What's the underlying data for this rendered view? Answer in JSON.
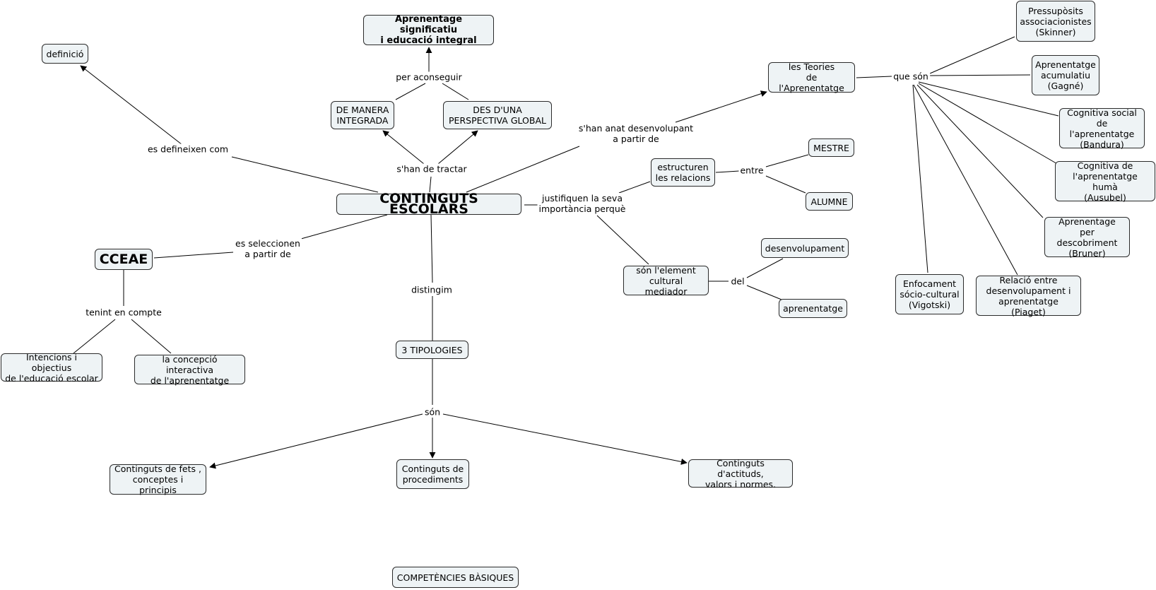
{
  "nodes": {
    "root": "CONTINGUTS ESCOLARS",
    "aprenentage": "Aprenentage significatiu\ni educació integral",
    "definicio": "definició",
    "manera": "DE MANERA\nINTEGRADA",
    "perspectiva": "DES D'UNA\nPERSPECTIVA GLOBAL",
    "teories": "les Teories\nde l'Aprenentatge",
    "pressuposits": "Pressupòsits\nassociacionistes\n(Skinner)",
    "acumulatiu": "Aprenentatge\nacumulatiu\n(Gagné)",
    "bandura": "Cognitiva social\nde l'aprenentatge\n(Bandura)",
    "ausubel": "Cognitiva de\nl'aprenentatge humà\n(Ausubel)",
    "bruner": "Aprenentage\nper descobriment\n(Bruner)",
    "vigotski": "Enfocament\nsócio-cultural\n(Vigotski)",
    "piaget": "Relació entre\ndesenvolupament i\naprenentatge (Piaget)",
    "estructuren": "estructuren\nles relacions",
    "mestre": "MESTRE",
    "alumne": "ALUMNE",
    "element": "són l'element\ncultural mediador",
    "desenvolupament": "desenvolupament",
    "aprenentatge": "aprenentatge",
    "cceae": "CCEAE",
    "intencions": "Intencions i objectius\nde l'educació escolar",
    "concepcio": "la concepció interactiva\nde l'aprenentatge",
    "tipologies": "3 TIPOLOGIES",
    "fets": "Continguts de fets ,\nconceptes i principis",
    "procediments": "Continguts de\nprocediments",
    "actituds": "Continguts d'actituds,\nvalors i normes.",
    "competencies": "COMPETÈNCIES BÀSIQUES"
  },
  "labels": {
    "per_aconseguir": "per aconseguir",
    "shan_de_tractar": "s'han de tractar",
    "es_defineixen": "es defineixen com",
    "shan_anat": "s'han anat desenvolupant\na partir de",
    "que_son": "que són",
    "justifiquen": "justifiquen la seva\nimportància perquè",
    "entre": "entre",
    "del": "del",
    "es_seleccionen": "es seleccionen\na partir de",
    "tenint": "tenint en compte",
    "distingim": "distingim",
    "son": "són"
  },
  "colors": {
    "node_fill": "#eef3f5",
    "border": "#2b2b2b",
    "line": "#000000"
  }
}
